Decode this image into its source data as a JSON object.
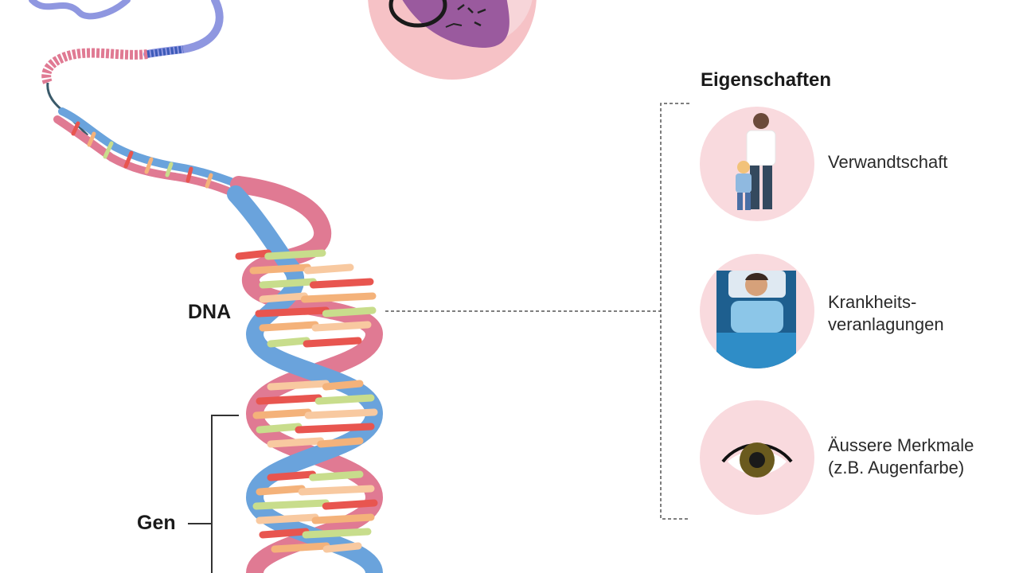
{
  "labels": {
    "dna": "DNA",
    "gen": "Gen"
  },
  "properties": {
    "title": "Eigenschaften",
    "items": [
      {
        "icon": "father-and-child-icon",
        "lines": [
          "Verwandtschaft"
        ]
      },
      {
        "icon": "patient-in-bed-icon",
        "lines": [
          "Krankheits-",
          "veranlagungen"
        ]
      },
      {
        "icon": "eye-icon",
        "lines": [
          "Äussere Merkmale",
          "(z.B. Augenfarbe)"
        ]
      }
    ]
  },
  "colors": {
    "strand_blue": "#6aa3dc",
    "strand_pink": "#e07a93",
    "base_red": "#e8554f",
    "base_orange": "#f4b27a",
    "base_green": "#c8dd8c",
    "base_peach": "#f8c9a0",
    "circle_pink": "#f9dade",
    "cell_nucleus": "#9a5a9e",
    "chromosome_blue": "#8f97e0"
  }
}
